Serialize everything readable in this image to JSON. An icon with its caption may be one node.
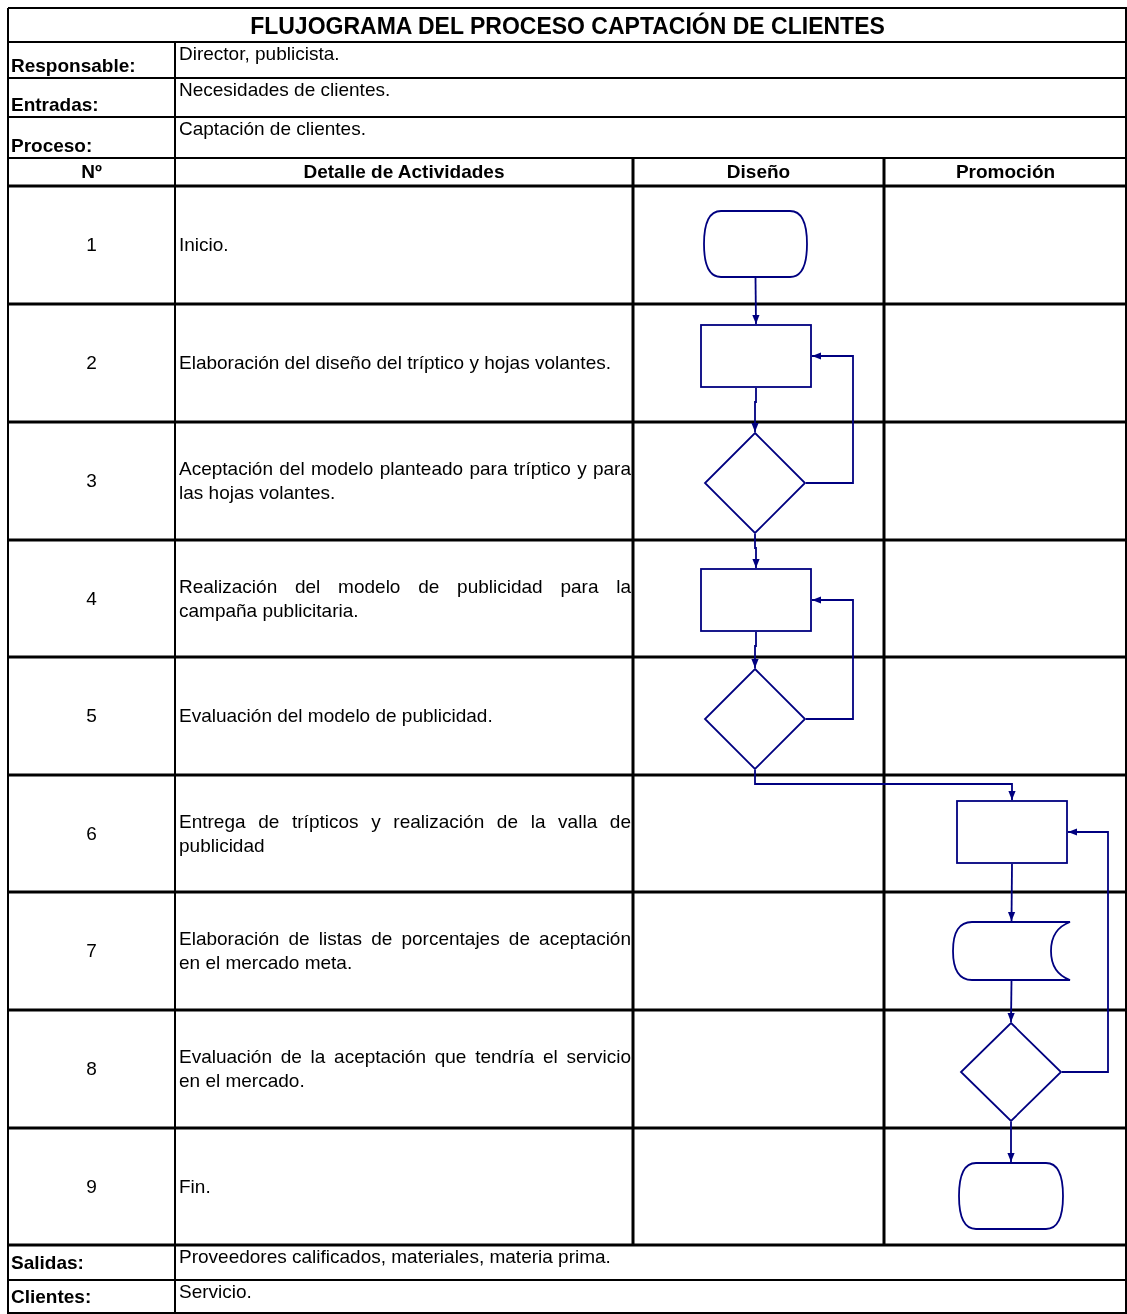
{
  "diagram": {
    "title": "FLUJOGRAMA DEL PROCESO CAPTACIÓN DE CLIENTES",
    "nodes": [
      {
        "text": [],
        "shape": "terminal"
      },
      {
        "text": [],
        "shape": "box"
      },
      {
        "text": [],
        "shape": "diamond"
      },
      {
        "text": [],
        "shape": "box"
      },
      {
        "text": [],
        "shape": "diamond"
      },
      {
        "text": [],
        "shape": "box"
      },
      {
        "text": [],
        "shape": "storage"
      },
      {
        "text": [],
        "shape": "diamond"
      },
      {
        "text": [],
        "shape": "terminal"
      }
    ],
    "edges": [
      {
        "from": 0,
        "to": 1,
        "arrow": "to"
      },
      {
        "from": 1,
        "to": 2,
        "arrow": "to"
      },
      {
        "from": 2,
        "to": 1,
        "arrow": "to"
      },
      {
        "from": 2,
        "to": 3,
        "arrow": "to"
      },
      {
        "from": 3,
        "to": 4,
        "arrow": "to"
      },
      {
        "from": 4,
        "to": 3,
        "arrow": "to"
      },
      {
        "from": 4,
        "to": 5,
        "arrow": "to"
      },
      {
        "from": 5,
        "to": 6,
        "arrow": "to"
      },
      {
        "from": 6,
        "to": 7,
        "arrow": "to"
      },
      {
        "from": 7,
        "to": 5,
        "arrow": "to"
      },
      {
        "from": 7,
        "to": 8,
        "arrow": "to"
      }
    ],
    "labels": [
      "Responsable:",
      "Director, publicista.",
      "Entradas:",
      "Necesidades de clientes.",
      "Proceso:",
      "Captación de clientes.",
      "Nº",
      "Detalle de Actividades",
      "Diseño",
      "Promoción",
      "1",
      "Inicio.",
      "2",
      "Elaboración del diseño del tríptico y hojas volantes.",
      "3",
      "Aceptación del modelo planteado para tríptico y para las hojas volantes.",
      "4",
      "Realización del modelo de publicidad para la campaña publicitaria.",
      "5",
      "Evaluación del modelo de publicidad.",
      "6",
      "Entrega de trípticos y realización de la valla de publicidad",
      "7",
      "Elaboración de listas de porcentajes de aceptación en el mercado meta.",
      "8",
      "Evaluación de la aceptación que tendría el servicio en el mercado.",
      "9",
      "Fin.",
      "Salidas:",
      "Proveedores calificados, materiales, materia prima.",
      "Clientes:",
      "Servicio."
    ]
  }
}
